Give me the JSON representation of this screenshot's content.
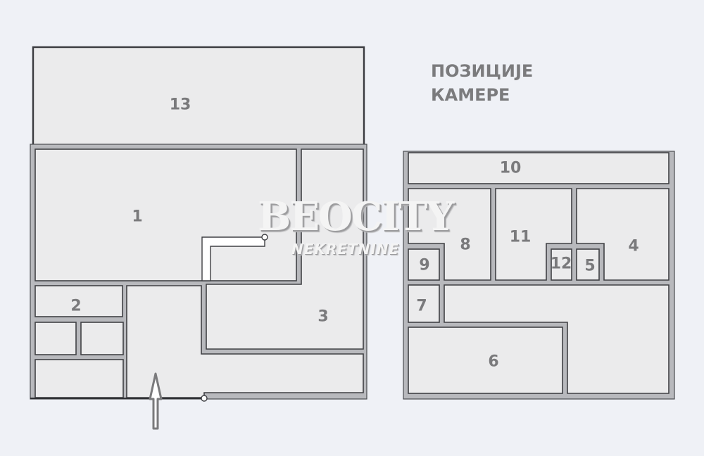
{
  "title": {
    "line1": "ПОЗИЦИЈЕ",
    "line2": "КАМЕРЕ"
  },
  "watermark": {
    "brand": "BEOCITY",
    "sub": "NEKRETNINE"
  },
  "rooms": {
    "r1": "1",
    "r2": "2",
    "r3": "3",
    "r4": "4",
    "r5": "5",
    "r6": "6",
    "r7": "7",
    "r8": "8",
    "r9": "9",
    "r10": "10",
    "r11": "11",
    "r12": "12",
    "r13": "13"
  },
  "colors": {
    "background": "#eff1f6",
    "room_fill": "#ebebec",
    "wall": "#b8b9bd",
    "label": "#7a7a7c"
  },
  "icons": {
    "entrance": "up-arrow-icon"
  }
}
